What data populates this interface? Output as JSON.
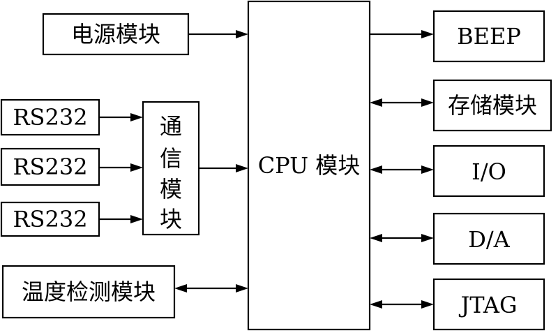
{
  "blocks": {
    "power": "电源模块",
    "rs232_1": "RS232",
    "rs232_2": "RS232",
    "rs232_3": "RS232",
    "comm": [
      "通",
      "信",
      "模",
      "块"
    ],
    "temp": "温度检测模块",
    "cpu": "CPU 模块",
    "beep": "BEEP",
    "storage": "存储模块",
    "io": "I/O",
    "da": "D/A",
    "jtag": "JTAG"
  }
}
